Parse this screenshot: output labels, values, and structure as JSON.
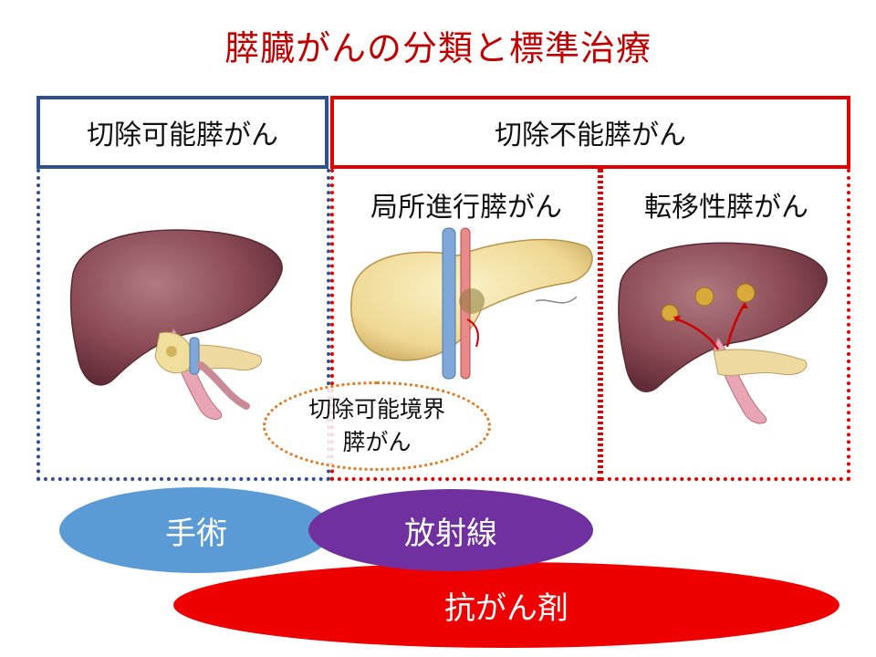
{
  "title": "膵臓がんの分類と標準治療",
  "categories": {
    "resectable": "切除可能膵がん",
    "unresectable": "切除不能膵がん",
    "locally_advanced": "局所進行膵がん",
    "metastatic": "転移性膵がん",
    "borderline_line1": "切除可能境界",
    "borderline_line2": "膵がん"
  },
  "treatments": {
    "surgery": "手術",
    "radiation": "放射線",
    "chemotherapy": "抗がん剤"
  },
  "colors": {
    "title": "#c00000",
    "resectable_frame": "#2f4f8f",
    "unresectable_frame": "#e00000",
    "borderline_frame": "#e07a20",
    "surgery": "#5b9bd5",
    "radiation": "#7030a0",
    "chemotherapy": "#ee0000"
  },
  "illustrations": {
    "resectable": "liver-pancreas-tumor-illustration",
    "locally_advanced": "pancreas-vessel-invasion-illustration",
    "metastatic": "liver-metastasis-illustration"
  }
}
